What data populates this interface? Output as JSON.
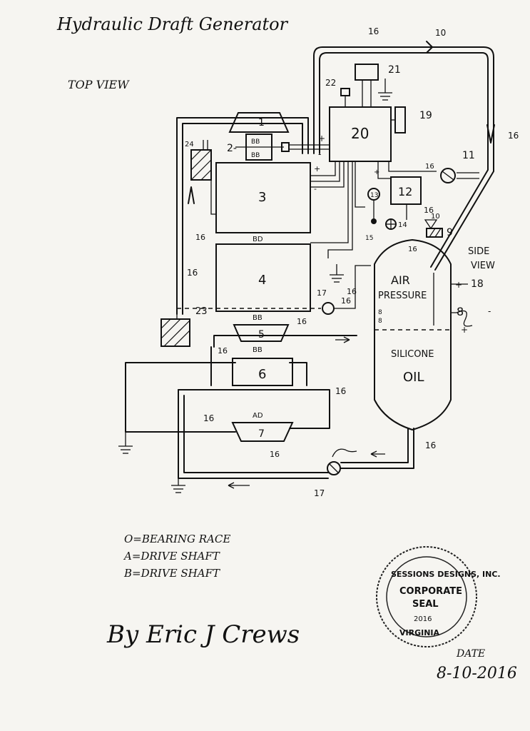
{
  "title": "Hydraulic Draft Generator",
  "top_view": "TOP VIEW",
  "side_view_1": "SIDE",
  "side_view_2": "VIEW",
  "components": {
    "c1": "1",
    "c2": "2-",
    "c3": "3",
    "c4": "4",
    "c5": "5",
    "c6": "6",
    "c7": "7",
    "c8": "8",
    "c9": "9",
    "c10": "10",
    "c11": "11",
    "c12": "12",
    "c13": "13",
    "c14": "14",
    "c15": "15",
    "c16": "16",
    "c17": "17",
    "c18": "18",
    "c19": "19",
    "c20": "20",
    "c21": "21",
    "c22": "22",
    "c23": "23",
    "c24": "24"
  },
  "bearing_marks": {
    "bb": "BB",
    "bd": "BD",
    "ad": "AD"
  },
  "tank": {
    "line1": "AIR",
    "line2": "PRESSURE",
    "line3": "SILICONE",
    "line4": "OIL"
  },
  "legend": {
    "o": "O=BEARING RACE",
    "a": "A=DRIVE SHAFT",
    "b": "B=DRIVE SHAFT"
  },
  "signature": "By Eric J Crews",
  "seal": {
    "top": "SESSIONS DESIGNS, INC.",
    "middle1": "CORPORATE",
    "middle2": "SEAL",
    "year": "2016",
    "bottom": "VIRGINIA"
  },
  "date_label": "DATE",
  "date_value": "8-10-2016"
}
